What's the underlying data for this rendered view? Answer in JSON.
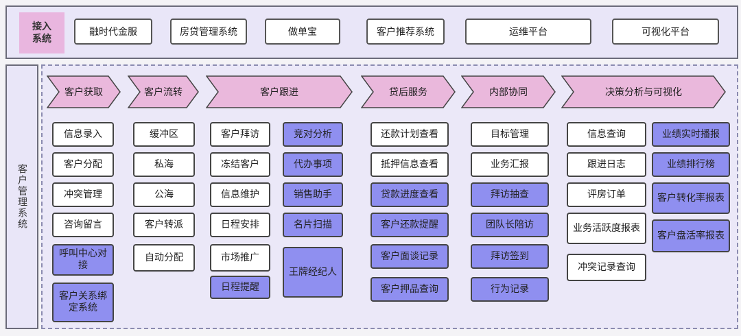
{
  "access": {
    "label": "接入系统",
    "systems": [
      "融时代金服",
      "房贷管理系统",
      "做单宝",
      "客户推荐系统",
      "运维平台",
      "可视化平台"
    ]
  },
  "customer_mgmt": {
    "label": "客户管理系统",
    "stages": [
      "客户获取",
      "客户流转",
      "客户跟进",
      "贷后服务",
      "内部协同",
      "决策分析与可视化"
    ],
    "columns": [
      {
        "stage": "客户获取",
        "items": [
          {
            "text": "信息录入",
            "style": "white"
          },
          {
            "text": "客户分配",
            "style": "white"
          },
          {
            "text": "冲突管理",
            "style": "white"
          },
          {
            "text": "咨询留言",
            "style": "white"
          },
          {
            "text": "呼叫中心对接",
            "style": "purple"
          },
          {
            "text": "客户关系绑定系统",
            "style": "purple"
          }
        ]
      },
      {
        "stage": "客户流转",
        "items": [
          {
            "text": "缓冲区",
            "style": "white"
          },
          {
            "text": "私海",
            "style": "white"
          },
          {
            "text": "公海",
            "style": "white"
          },
          {
            "text": "客户转派",
            "style": "white"
          },
          {
            "text": "自动分配",
            "style": "white"
          }
        ]
      },
      {
        "stage": "客户跟进-1",
        "items": [
          {
            "text": "客户拜访",
            "style": "white"
          },
          {
            "text": "冻结客户",
            "style": "white"
          },
          {
            "text": "信息维护",
            "style": "white"
          },
          {
            "text": "日程安排",
            "style": "white"
          },
          {
            "text": "市场推广",
            "style": "white"
          },
          {
            "text": "日程提醒",
            "style": "purple"
          }
        ]
      },
      {
        "stage": "客户跟进-2",
        "items": [
          {
            "text": "竞对分析",
            "style": "purple"
          },
          {
            "text": "代办事项",
            "style": "purple"
          },
          {
            "text": "销售助手",
            "style": "purple"
          },
          {
            "text": "名片扫描",
            "style": "purple"
          },
          {
            "text": "王牌经纪人",
            "style": "purple"
          }
        ]
      },
      {
        "stage": "贷后服务",
        "items": [
          {
            "text": "还款计划查看",
            "style": "white"
          },
          {
            "text": "抵押信息查看",
            "style": "white"
          },
          {
            "text": "贷款进度查看",
            "style": "purple"
          },
          {
            "text": "客户还款提醒",
            "style": "purple"
          },
          {
            "text": "客户面谈记录",
            "style": "purple"
          },
          {
            "text": "客户押品查询",
            "style": "purple"
          }
        ]
      },
      {
        "stage": "内部协同",
        "items": [
          {
            "text": "目标管理",
            "style": "white"
          },
          {
            "text": "业务汇报",
            "style": "white"
          },
          {
            "text": "拜访抽查",
            "style": "purple"
          },
          {
            "text": "团队长陪访",
            "style": "purple"
          },
          {
            "text": "拜访签到",
            "style": "purple"
          },
          {
            "text": "行为记录",
            "style": "purple"
          }
        ]
      },
      {
        "stage": "决策分析与可视化-1",
        "items": [
          {
            "text": "信息查询",
            "style": "white"
          },
          {
            "text": "跟进日志",
            "style": "white"
          },
          {
            "text": "评房订单",
            "style": "white"
          },
          {
            "text": "业务活跃度报表",
            "style": "white"
          },
          {
            "text": "冲突记录查询",
            "style": "white"
          }
        ]
      },
      {
        "stage": "决策分析与可视化-2",
        "items": [
          {
            "text": "业绩实时播报",
            "style": "purple"
          },
          {
            "text": "业绩排行榜",
            "style": "purple"
          },
          {
            "text": "客户转化率报表",
            "style": "purple"
          },
          {
            "text": "客户盘活率报表",
            "style": "purple"
          }
        ]
      }
    ]
  },
  "colors": {
    "stage_fill": "#eab8dc",
    "stage_stroke": "#444444",
    "card_white": "#ffffff",
    "card_purple": "#8f8ff0"
  }
}
